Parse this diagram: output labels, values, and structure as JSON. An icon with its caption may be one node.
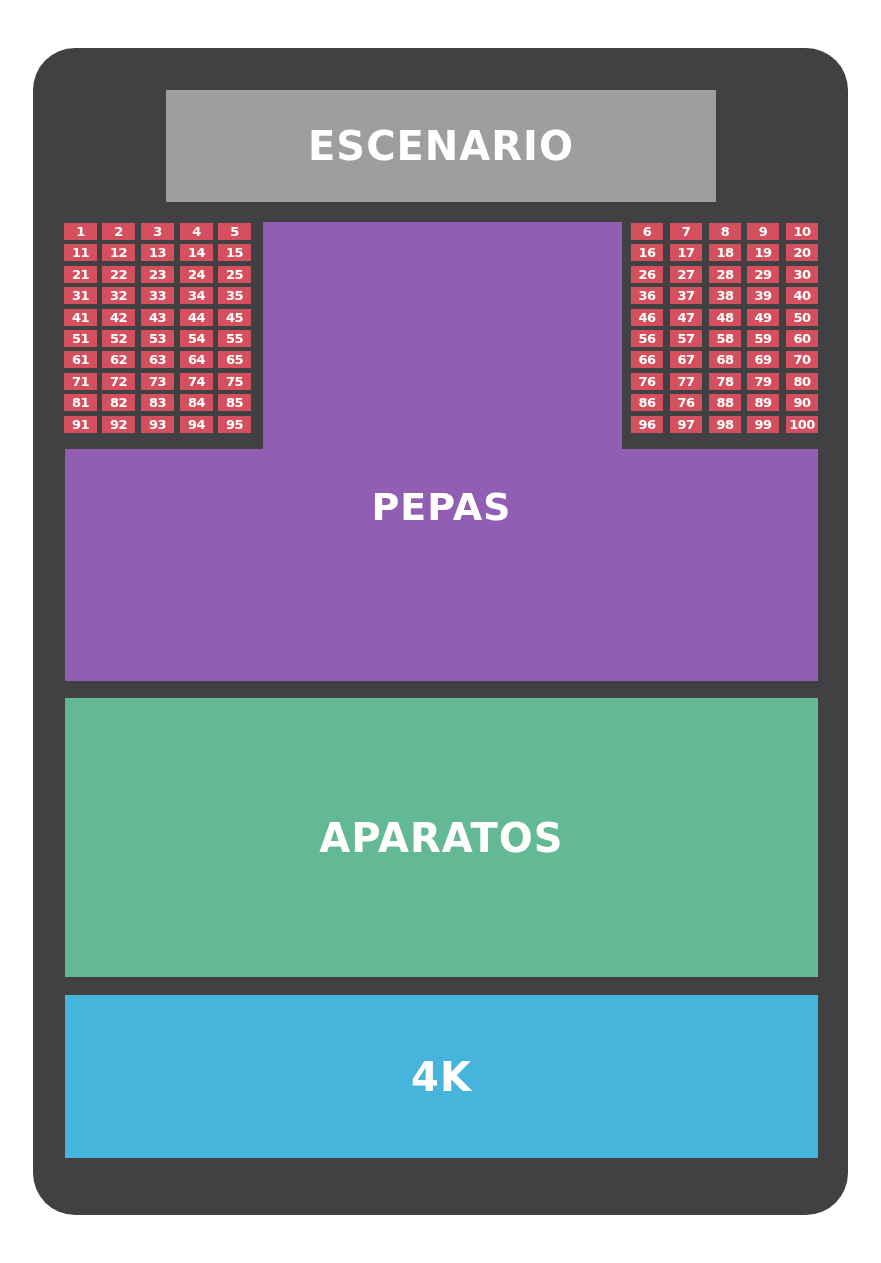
{
  "diagram": {
    "nodes": [
      {
        "text": [
          "ESCENARIO"
        ]
      },
      {
        "text": [
          "1"
        ]
      },
      {
        "text": [
          "2"
        ]
      },
      {
        "text": [
          "3"
        ]
      },
      {
        "text": [
          "4"
        ]
      },
      {
        "text": [
          "5"
        ]
      },
      {
        "text": [
          "6"
        ]
      },
      {
        "text": [
          "7"
        ]
      },
      {
        "text": [
          "8"
        ]
      },
      {
        "text": [
          "9"
        ]
      },
      {
        "text": [
          "10"
        ]
      },
      {
        "text": [
          "11"
        ]
      },
      {
        "text": [
          "12"
        ]
      },
      {
        "text": [
          "13"
        ]
      },
      {
        "text": [
          "14"
        ]
      },
      {
        "text": [
          "15"
        ]
      },
      {
        "text": [
          "16"
        ]
      },
      {
        "text": [
          "17"
        ]
      },
      {
        "text": [
          "18"
        ]
      },
      {
        "text": [
          "19"
        ]
      },
      {
        "text": [
          "20"
        ]
      },
      {
        "text": [
          "21"
        ]
      },
      {
        "text": [
          "22"
        ]
      },
      {
        "text": [
          "23"
        ]
      },
      {
        "text": [
          "24"
        ]
      },
      {
        "text": [
          "25"
        ]
      },
      {
        "text": [
          "26"
        ]
      },
      {
        "text": [
          "27"
        ]
      },
      {
        "text": [
          "28"
        ]
      },
      {
        "text": [
          "29"
        ]
      },
      {
        "text": [
          "30"
        ]
      },
      {
        "text": [
          "31"
        ]
      },
      {
        "text": [
          "32"
        ]
      },
      {
        "text": [
          "33"
        ]
      },
      {
        "text": [
          "34"
        ]
      },
      {
        "text": [
          "35"
        ]
      },
      {
        "text": [
          "36"
        ]
      },
      {
        "text": [
          "37"
        ]
      },
      {
        "text": [
          "38"
        ]
      },
      {
        "text": [
          "39"
        ]
      },
      {
        "text": [
          "40"
        ]
      },
      {
        "text": [
          "41"
        ]
      },
      {
        "text": [
          "42"
        ]
      },
      {
        "text": [
          "43"
        ]
      },
      {
        "text": [
          "44"
        ]
      },
      {
        "text": [
          "45"
        ]
      },
      {
        "text": [
          "46"
        ]
      },
      {
        "text": [
          "47"
        ]
      },
      {
        "text": [
          "48"
        ]
      },
      {
        "text": [
          "49"
        ]
      },
      {
        "text": [
          "50"
        ]
      },
      {
        "text": [
          "51"
        ]
      },
      {
        "text": [
          "52"
        ]
      },
      {
        "text": [
          "53"
        ]
      },
      {
        "text": [
          "54"
        ]
      },
      {
        "text": [
          "55"
        ]
      },
      {
        "text": [
          "56"
        ]
      },
      {
        "text": [
          "57"
        ]
      },
      {
        "text": [
          "58"
        ]
      },
      {
        "text": [
          "59"
        ]
      },
      {
        "text": [
          "60"
        ]
      },
      {
        "text": [
          "61"
        ]
      },
      {
        "text": [
          "62"
        ]
      },
      {
        "text": [
          "63"
        ]
      },
      {
        "text": [
          "64"
        ]
      },
      {
        "text": [
          "65"
        ]
      },
      {
        "text": [
          "66"
        ]
      },
      {
        "text": [
          "67"
        ]
      },
      {
        "text": [
          "68"
        ]
      },
      {
        "text": [
          "69"
        ]
      },
      {
        "text": [
          "70"
        ]
      },
      {
        "text": [
          "71"
        ]
      },
      {
        "text": [
          "72"
        ]
      },
      {
        "text": [
          "73"
        ]
      },
      {
        "text": [
          "74"
        ]
      },
      {
        "text": [
          "75"
        ]
      },
      {
        "text": [
          "76"
        ]
      },
      {
        "text": [
          "77"
        ]
      },
      {
        "text": [
          "78"
        ]
      },
      {
        "text": [
          "79"
        ]
      },
      {
        "text": [
          "80"
        ]
      },
      {
        "text": [
          "81"
        ]
      },
      {
        "text": [
          "82"
        ]
      },
      {
        "text": [
          "83"
        ]
      },
      {
        "text": [
          "84"
        ]
      },
      {
        "text": [
          "85"
        ]
      },
      {
        "text": [
          "86"
        ]
      },
      {
        "text": [
          "76"
        ]
      },
      {
        "text": [
          "88"
        ]
      },
      {
        "text": [
          "89"
        ]
      },
      {
        "text": [
          "90"
        ]
      },
      {
        "text": [
          "91"
        ]
      },
      {
        "text": [
          "92"
        ]
      },
      {
        "text": [
          "93"
        ]
      },
      {
        "text": [
          "94"
        ]
      },
      {
        "text": [
          "95"
        ]
      },
      {
        "text": [
          "96"
        ]
      },
      {
        "text": [
          "97"
        ]
      },
      {
        "text": [
          "98"
        ]
      },
      {
        "text": [
          "99"
        ]
      },
      {
        "text": [
          "100"
        ]
      },
      {
        "text": [
          "PEPAS"
        ]
      },
      {
        "text": [
          "APARATOS"
        ]
      },
      {
        "text": [
          "4K"
        ]
      }
    ]
  }
}
